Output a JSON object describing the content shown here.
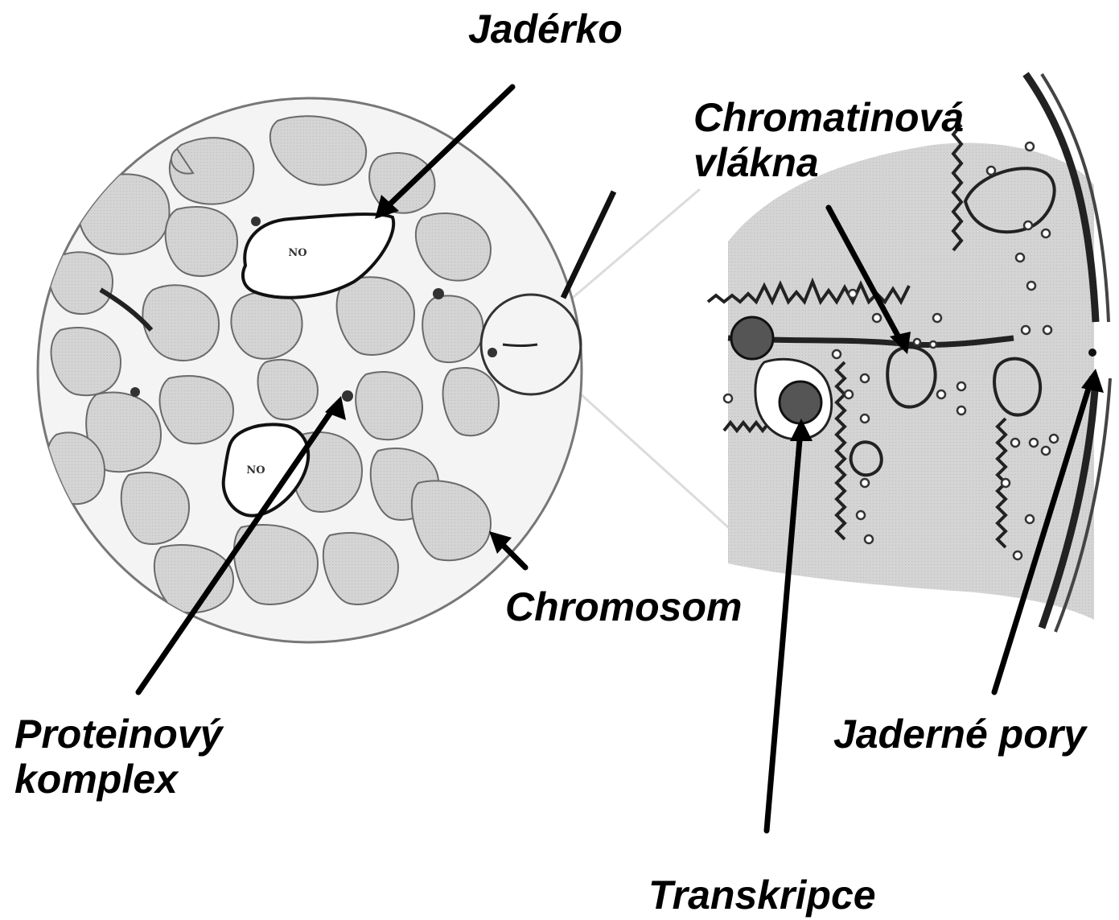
{
  "labels": {
    "nucleolus": "Jadérko",
    "chromatin_fibers": "Chromatinová\nvlákna",
    "chromosome": "Chromosom",
    "protein_complex": "Proteinový\nkomplex",
    "nuclear_pores": "Jaderné pory",
    "transcription": "Transkripce"
  },
  "nucleus_tags": [
    "NO",
    "NO"
  ],
  "colors": {
    "ink": "#000000",
    "domain_fill": "#d2d2d2",
    "stroke": "#444444"
  }
}
